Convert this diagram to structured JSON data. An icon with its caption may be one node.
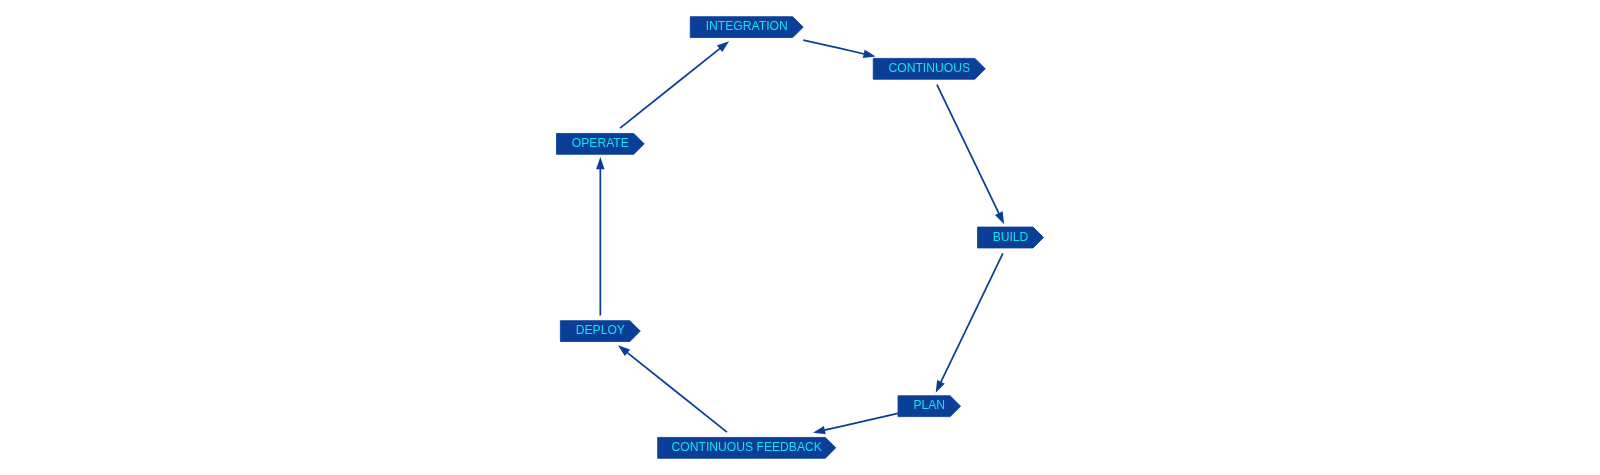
{
  "diagram": {
    "nodes": [
      {
        "text": [
          "PLAN"
        ]
      },
      {
        "text": [
          "CONTINUOUS FEEDBACK"
        ]
      },
      {
        "text": [
          "DEPLOY"
        ]
      },
      {
        "text": [
          "OPERATE"
        ]
      },
      {
        "text": [
          "INTEGRATION"
        ]
      },
      {
        "text": [
          "CONTINUOUS"
        ]
      },
      {
        "text": [
          "BUILD"
        ]
      }
    ],
    "edges": [
      {
        "from": 0,
        "to": 1,
        "arrow": "to"
      },
      {
        "from": 1,
        "to": 2,
        "arrow": "to"
      },
      {
        "from": 2,
        "to": 3,
        "arrow": "to"
      },
      {
        "from": 3,
        "to": 4,
        "arrow": "to"
      },
      {
        "from": 4,
        "to": 5,
        "arrow": "to"
      },
      {
        "from": 5,
        "to": 6,
        "arrow": "to"
      },
      {
        "from": 6,
        "to": 0,
        "arrow": "to"
      }
    ]
  }
}
